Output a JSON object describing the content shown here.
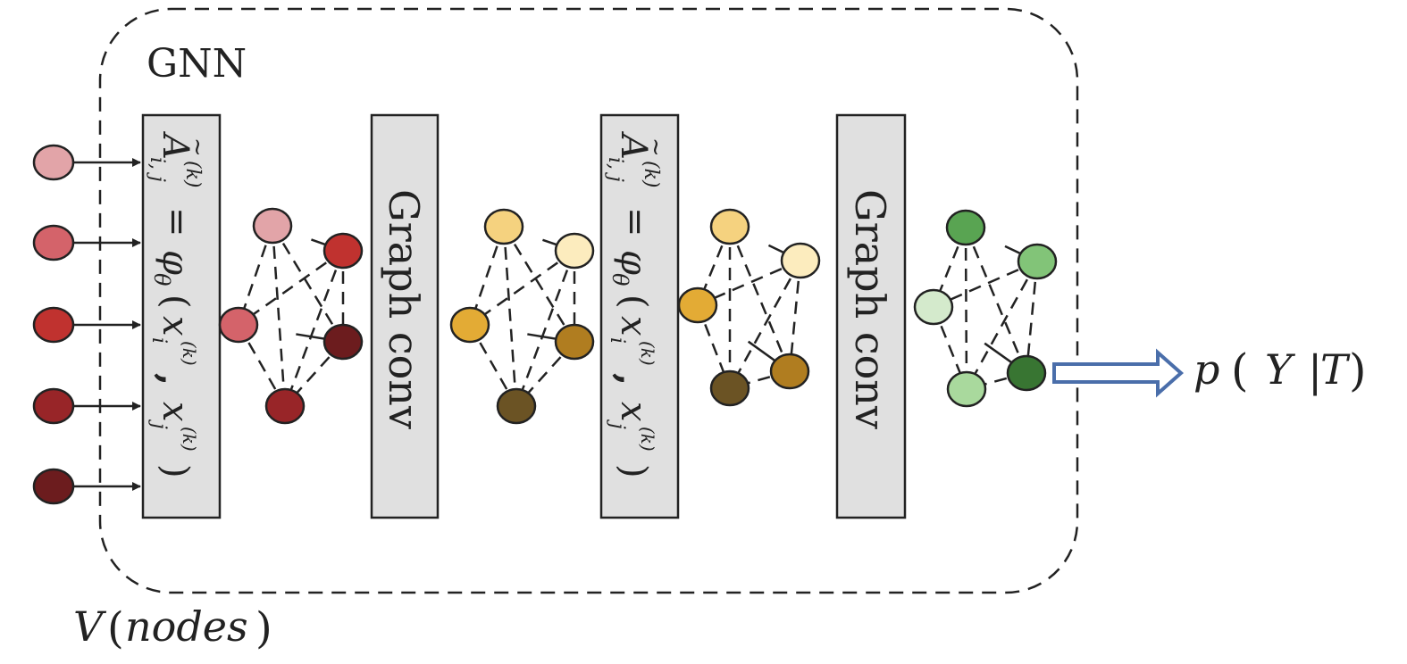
{
  "title": "GNN",
  "input_label": {
    "var": "V",
    "open": "(",
    "word": "nodes",
    "close": ")"
  },
  "output_label": {
    "p": "p",
    "open": "(",
    "y": "Y",
    "bar": "|",
    "t": "T",
    "close": ")"
  },
  "blocks": [
    {
      "kind": "adjacency",
      "A": "A",
      "tilde": "~",
      "sup": "(k)",
      "sub": "i, j",
      "eq": "=",
      "phi": "φ",
      "theta": "θ",
      "open": "(",
      "x1": "x",
      "sub1": "i",
      "sup1": "(k)",
      "comma": ",",
      "x2": "x",
      "sub2": "j",
      "sup2": "(k)",
      "close": ")"
    },
    {
      "kind": "conv",
      "label": "Graph conv"
    },
    {
      "kind": "adjacency",
      "A": "A",
      "tilde": "~",
      "sup": "(k)",
      "sub": "i, j",
      "eq": "=",
      "phi": "φ",
      "theta": "θ",
      "open": "(",
      "x1": "x",
      "sub1": "i",
      "sup1": "(k)",
      "comma": ",",
      "x2": "x",
      "sub2": "j",
      "sup2": "(k)",
      "close": ")"
    },
    {
      "kind": "conv",
      "label": "Graph conv"
    }
  ],
  "colors": {
    "input_nodes": [
      "#e2a4a8",
      "#d4636a",
      "#c0322f",
      "#982528",
      "#6c1c1e"
    ],
    "graph1": [
      "#e2a4a8",
      "#c0322f",
      "#d4636a",
      "#6c1c1e",
      "#982528"
    ],
    "graph2": [
      "#f5d27f",
      "#fcecbe",
      "#e3ab35",
      "#b07d20",
      "#6b5324"
    ],
    "graph3": [
      "#f5d27f",
      "#fcecbe",
      "#e3ab35",
      "#b07d20",
      "#6b5324"
    ],
    "graph4": [
      "#59a452",
      "#82c478",
      "#d4eacc",
      "#387532",
      "#a9d99d"
    ],
    "block_fill": "#e0e0e0",
    "output_arrow": "#4a6eaa"
  }
}
